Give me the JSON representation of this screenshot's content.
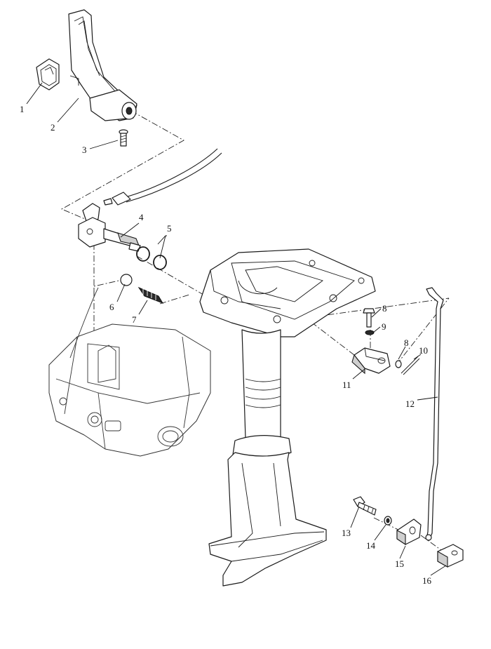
{
  "callouts": [
    {
      "id": "1",
      "label": "1"
    },
    {
      "id": "2",
      "label": "2"
    },
    {
      "id": "3",
      "label": "3"
    },
    {
      "id": "4",
      "label": "4"
    },
    {
      "id": "5",
      "label": "5"
    },
    {
      "id": "6",
      "label": "6"
    },
    {
      "id": "7",
      "label": "7"
    },
    {
      "id": "8a",
      "label": "8"
    },
    {
      "id": "9",
      "label": "9"
    },
    {
      "id": "8b",
      "label": "8"
    },
    {
      "id": "10",
      "label": "10"
    },
    {
      "id": "11",
      "label": "11"
    },
    {
      "id": "12",
      "label": "12"
    },
    {
      "id": "13",
      "label": "13"
    },
    {
      "id": "14",
      "label": "14"
    },
    {
      "id": "15",
      "label": "15"
    },
    {
      "id": "16",
      "label": "16"
    }
  ],
  "colors": {
    "line": "#1a1a1a",
    "background": "#ffffff",
    "shade": "#cfcfcf"
  }
}
